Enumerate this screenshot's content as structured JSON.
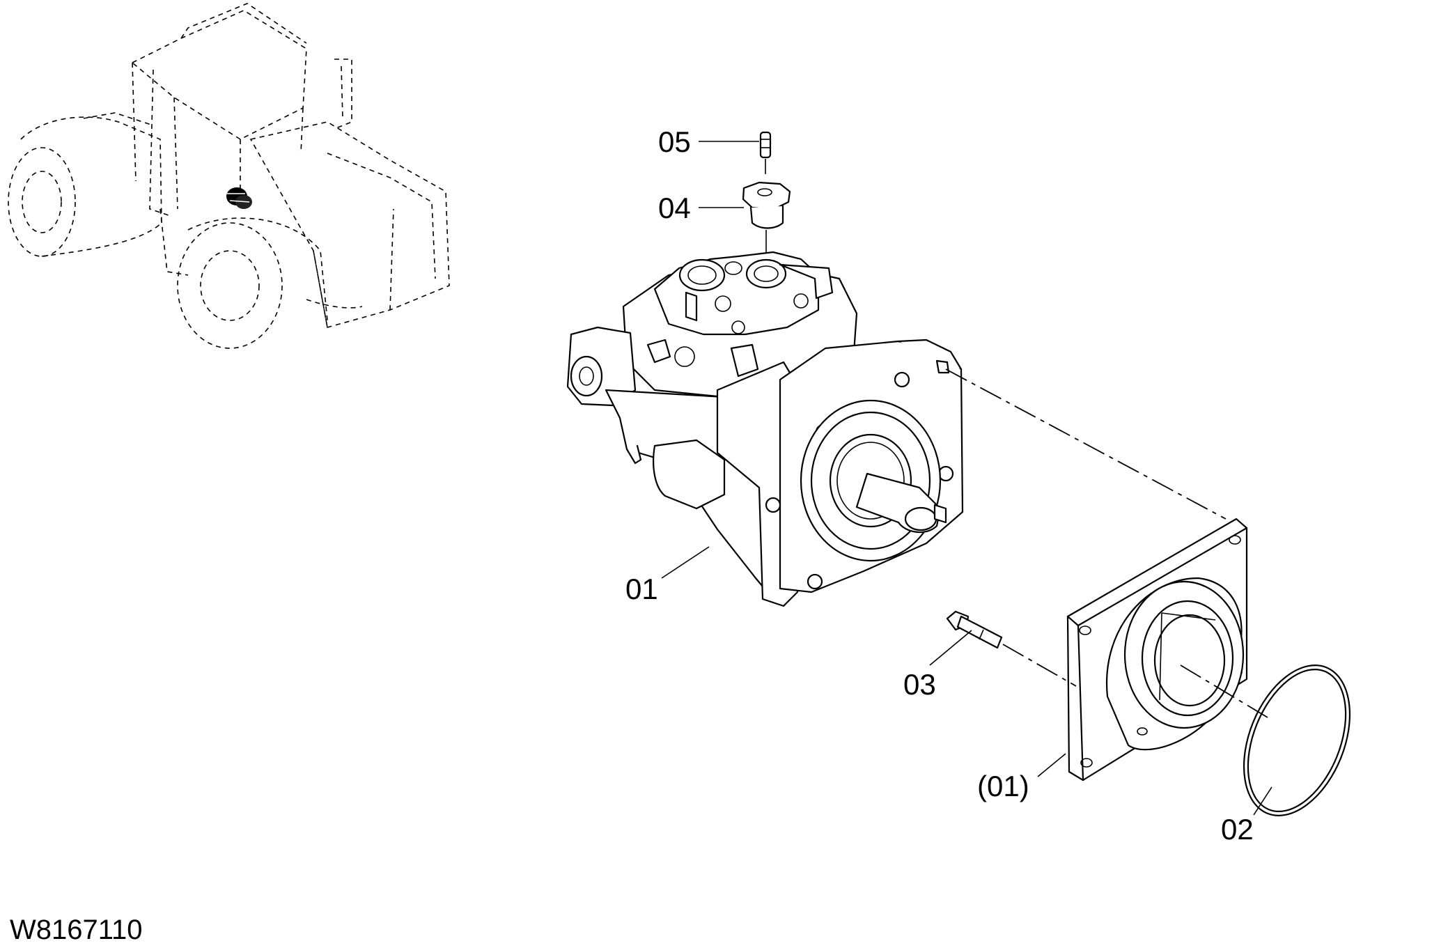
{
  "drawing_code": "W8167110",
  "callouts": {
    "c01": "01",
    "c01b": "(01)",
    "c02": "02",
    "c03": "03",
    "c04": "04",
    "c05": "05"
  }
}
